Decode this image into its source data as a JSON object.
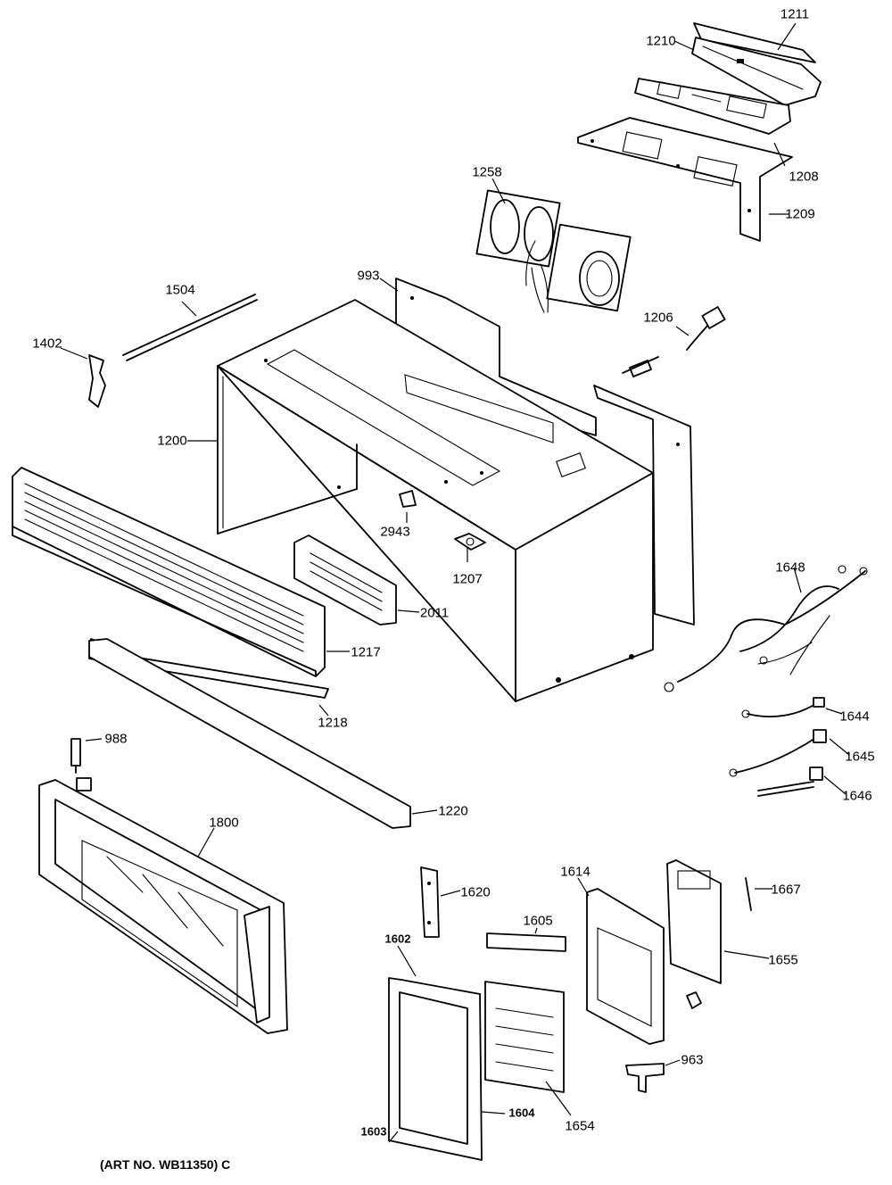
{
  "footer": {
    "art_number": "(ART NO. WB11350) C"
  },
  "callouts": {
    "p1211": "1211",
    "p1210": "1210",
    "p1208": "1208",
    "p1209": "1209",
    "p1258": "1258",
    "p993": "993",
    "p1504": "1504",
    "p1206": "1206",
    "p1402": "1402",
    "p1200": "1200",
    "p2943": "2943",
    "p1207": "1207",
    "p2011": "2011",
    "p1217": "1217",
    "p1218": "1218",
    "p1648": "1648",
    "p1644": "1644",
    "p1645": "1645",
    "p1646": "1646",
    "p988": "988",
    "p1220": "1220",
    "p1800": "1800",
    "p1620": "1620",
    "p1614": "1614",
    "p1667": "1667",
    "p1605": "1605",
    "p1602": "1602",
    "p1655": "1655",
    "p963": "963",
    "p1604": "1604",
    "p1603": "1603",
    "p1654": "1654"
  }
}
